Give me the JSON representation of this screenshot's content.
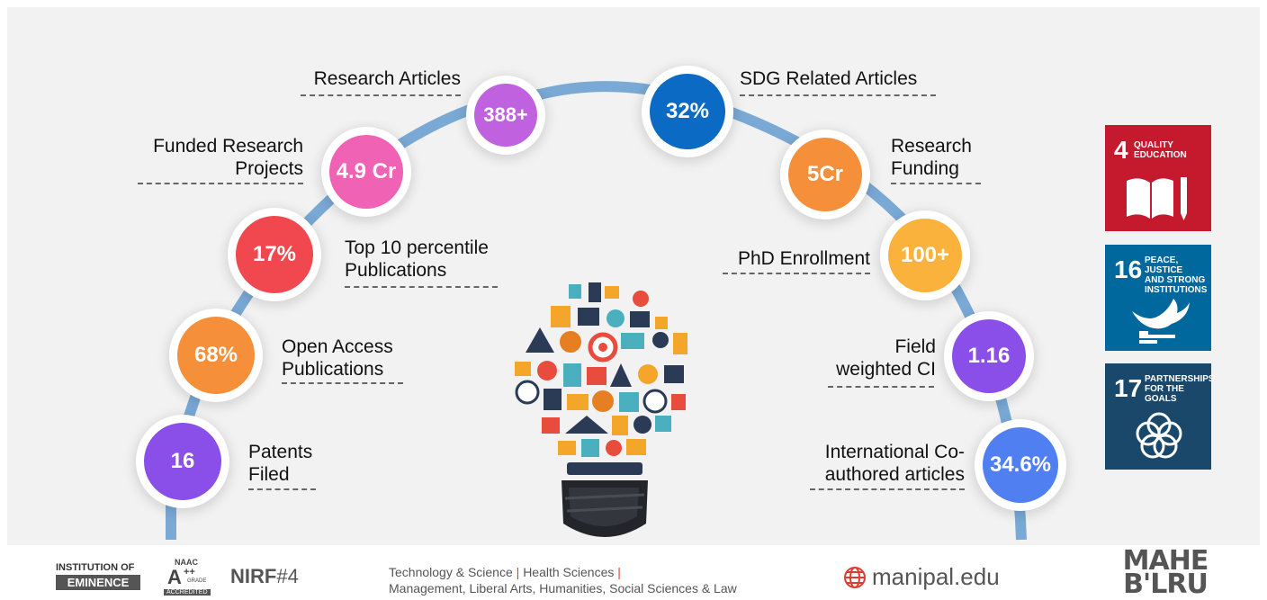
{
  "metrics_left": [
    {
      "value": "388+",
      "label": "Research Articles",
      "color": "#c062e0"
    },
    {
      "value": "4.9 Cr",
      "label_line1": "Funded Research",
      "label_line2": "Projects",
      "color": "#f062b4"
    },
    {
      "value": "17%",
      "label_line1": "Top 10 percentile",
      "label_line2": "Publications",
      "color": "#f0484e"
    },
    {
      "value": "68%",
      "label_line1": "Open Access",
      "label_line2": "Publications",
      "color": "#f58f3a"
    },
    {
      "value": "16",
      "label_line1": "Patents",
      "label_line2": "Filed",
      "color": "#8a4fe8"
    }
  ],
  "metrics_right": [
    {
      "value": "32%",
      "label": "SDG Related Articles",
      "color": "#0b6bc4"
    },
    {
      "value": "5Cr",
      "label_line1": "Research",
      "label_line2": "Funding",
      "color": "#f58f3a"
    },
    {
      "value": "100+",
      "label": "PhD Enrollment",
      "color": "#fbb23c"
    },
    {
      "value": "1.16",
      "label_line1": "Field",
      "label_line2": "weighted CI",
      "color": "#8a4fe8"
    },
    {
      "value": "34.6%",
      "label_line1": "International Co-",
      "label_line2": "authored articles",
      "color": "#4f7ff0"
    }
  ],
  "sdg_goals": [
    {
      "number": "4",
      "title_line1": "QUALITY",
      "title_line2": "EDUCATION",
      "color": "#c5192d",
      "icon": "book-pencil-icon"
    },
    {
      "number": "16",
      "title_line1": "PEACE, JUSTICE",
      "title_line2": "AND STRONG",
      "title_line3": "INSTITUTIONS",
      "color": "#00689d",
      "icon": "dove-gavel-icon"
    },
    {
      "number": "17",
      "title_line1": "PARTNERSHIPS",
      "title_line2": "FOR THE GOALS",
      "color": "#19486a",
      "icon": "interlocking-rings-icon"
    }
  ],
  "footer": {
    "ioe_line1": "INSTITUTION OF",
    "ioe_line2": "EMINENCE",
    "naac_top": "NAAC",
    "naac_grade": "A",
    "naac_plus": "++",
    "naac_grade_word": "GRADE",
    "naac_accredited": "ACCREDITED",
    "nirf": "NIRF",
    "nirf_rank": "#4",
    "streams_part1": "Technology & Science",
    "streams_part2": "Health Sciences",
    "streams_sep": "|",
    "streams_line2": "Management, Liberal Arts, Humanities, Social Sciences & Law",
    "website": "manipal.edu",
    "logo_line1": "MAHE",
    "logo_line2": "B'LRU"
  },
  "colors": {
    "arc": "#7aa9d6",
    "accent_separator": "#e03c31",
    "background": "#f2f2f2"
  }
}
